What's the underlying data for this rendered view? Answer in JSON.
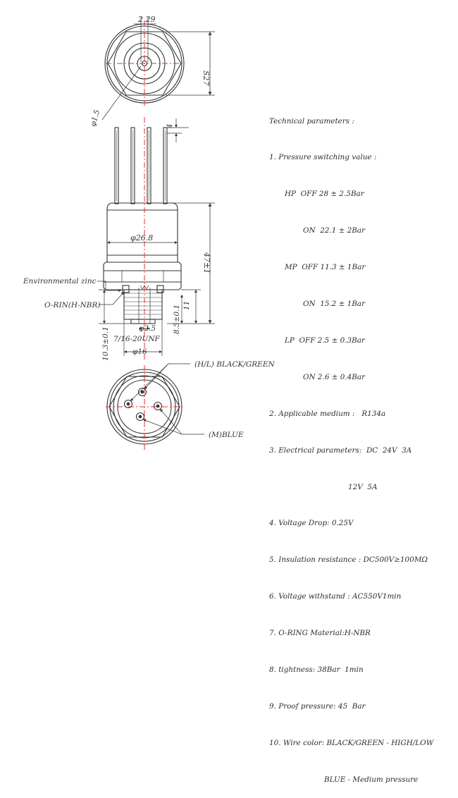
{
  "dimensions": {
    "top_dim": "2.29",
    "hex_size": "S27",
    "pin_dia": "φ1.5",
    "pin_len": "4",
    "body_dia": "φ26.8",
    "height": "47±1",
    "inner_dia": "φ2.5",
    "thread": "7/16-20UNF",
    "port_dia": "φ16",
    "port_len": "10.3±0.1",
    "depth_a": "8.5±0.1",
    "depth_b": "11"
  },
  "labels": {
    "environment": "Environmental zinc",
    "oring": "O-RIN(H-NBR)",
    "hl_wire": "(H/L) BLACK/GREEN",
    "m_wire": "(M)BLUE"
  },
  "parameters": {
    "heading": "Technical parameters :",
    "p1": "1. Pressure switching value :",
    "hp_off": "HP  OFF 28 ± 2.5Bar",
    "hp_on": "ON  22.1 ± 2Bar",
    "mp_off": "MP  OFF 11.3 ± 1Bar",
    "mp_on": "ON  15.2 ± 1Bar",
    "lp_off": "LP  OFF 2.5 ± 0.3Bar",
    "lp_on": "ON 2.6 ± 0.4Bar",
    "p2": "2. Applicable medium :   R134a",
    "p3": "3. Electrical parameters:  DC  24V  3A",
    "p3b": "12V  5A",
    "p4": "4. Voltage Drop: 0.25V",
    "p5": "5. Insulation resistance : DC500V≥100MΩ",
    "p6": "6. Voltage withstand : AC550V1min",
    "p7": "7. O-RING Material:H-NBR",
    "p8": "8. tightness: 38Bar  1min",
    "p9": "9. Proof pressure: 45  Bar",
    "p10": "10. Wire color: BLACK/GREEN - HIGH/LOW",
    "p10b": "BLUE - Medium pressure"
  }
}
